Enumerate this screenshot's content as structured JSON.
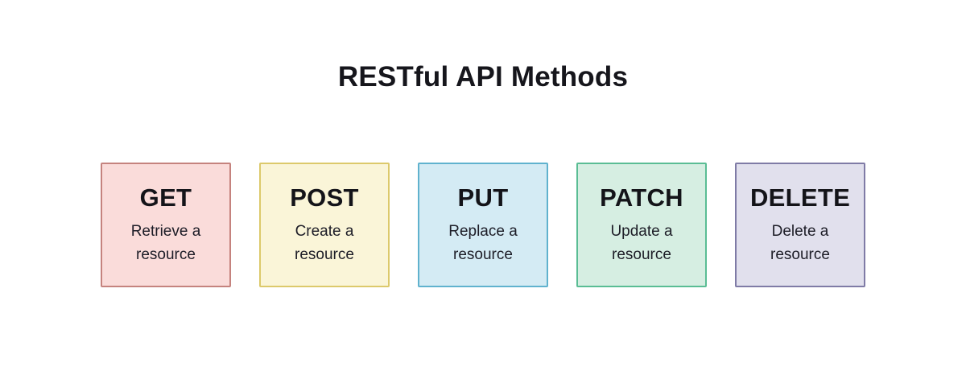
{
  "page": {
    "title": "RESTful API Methods",
    "background_color": "#ffffff",
    "title_color": "#16161c",
    "text_color": "#1d1d27"
  },
  "cards": [
    {
      "method": "GET",
      "description": "Retrieve a resource",
      "fill": "#fadcda",
      "border": "#c5837e"
    },
    {
      "method": "POST",
      "description": "Create a resource",
      "fill": "#faf5d8",
      "border": "#dcc96b"
    },
    {
      "method": "PUT",
      "description": "Replace a resource",
      "fill": "#d4ebf4",
      "border": "#60b2ce"
    },
    {
      "method": "PATCH",
      "description": "Update a resource",
      "fill": "#d6eee2",
      "border": "#5abd94"
    },
    {
      "method": "DELETE",
      "description": "Delete a resource",
      "fill": "#e1e0ed",
      "border": "#7f7ba6"
    }
  ]
}
